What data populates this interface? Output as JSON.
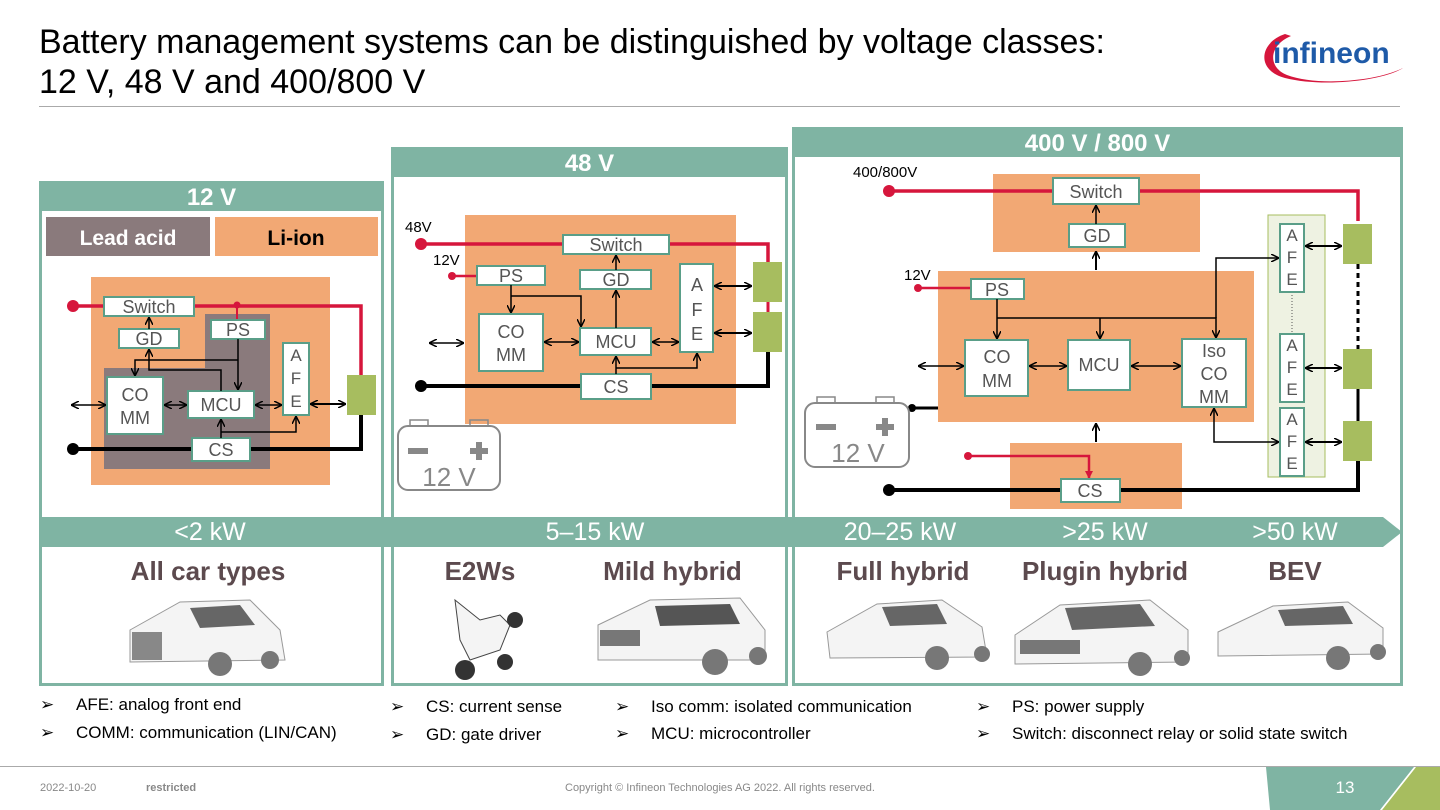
{
  "title": "Battery management systems can be distinguished by voltage classes:\n12 V, 48 V and 400/800 V",
  "logo": {
    "text": "infineon",
    "icon": "infineon-logo"
  },
  "panels": {
    "v12": {
      "header": "12 V",
      "tabs": [
        "Lead acid",
        "Li-ion"
      ],
      "blocks": {
        "switch": "Switch",
        "gd": "GD",
        "ps": "PS",
        "comm1": "CO",
        "comm2": "MM",
        "mcu": "MCU",
        "afe": [
          "A",
          "F",
          "E"
        ],
        "cs": "CS"
      }
    },
    "v48": {
      "header": "48 V",
      "rail_labels": {
        "high": "48V",
        "low": "12V"
      },
      "blocks": {
        "switch": "Switch",
        "gd": "GD",
        "ps": "PS",
        "comm1": "CO",
        "comm2": "MM",
        "mcu": "MCU",
        "afe": [
          "A",
          "F",
          "E"
        ],
        "cs": "CS"
      },
      "battery_label": "12 V"
    },
    "v400": {
      "header": "400 V / 800 V",
      "rail_labels": {
        "high": "400/800V",
        "low": "12V"
      },
      "blocks": {
        "switch": "Switch",
        "gd": "GD",
        "ps": "PS",
        "comm1": "CO",
        "comm2": "MM",
        "mcu": "MCU",
        "iso1": "Iso",
        "iso2": "CO",
        "iso3": "MM",
        "afe": [
          "A",
          "F",
          "E"
        ],
        "cs": "CS"
      },
      "battery_label": "12 V"
    }
  },
  "power_bar": [
    "<2 kW",
    "5–15 kW",
    "20–25 kW",
    ">25 kW",
    ">50 kW"
  ],
  "vehicles": [
    "All car types",
    "E2Ws",
    "Mild hybrid",
    "Full hybrid",
    "Plugin hybrid",
    "BEV"
  ],
  "legend": [
    "AFE: analog front end",
    "COMM: communication (LIN/CAN)",
    "CS: current sense",
    "GD: gate driver",
    "Iso comm: isolated communication",
    "MCU: microcontroller",
    "PS: power supply",
    "Switch: disconnect relay or solid state switch"
  ],
  "legend_bullet": "➢",
  "colors": {
    "teal": "#7fb4a3",
    "orange": "#f2a874",
    "gray": "#8a7a7c",
    "red": "#d6163c",
    "cell": "#a7bd5f"
  },
  "footer": {
    "date": "2022-10-20",
    "classification": "restricted",
    "copyright": "Copyright © Infineon Technologies AG 2022. All rights reserved.",
    "page": "13"
  }
}
